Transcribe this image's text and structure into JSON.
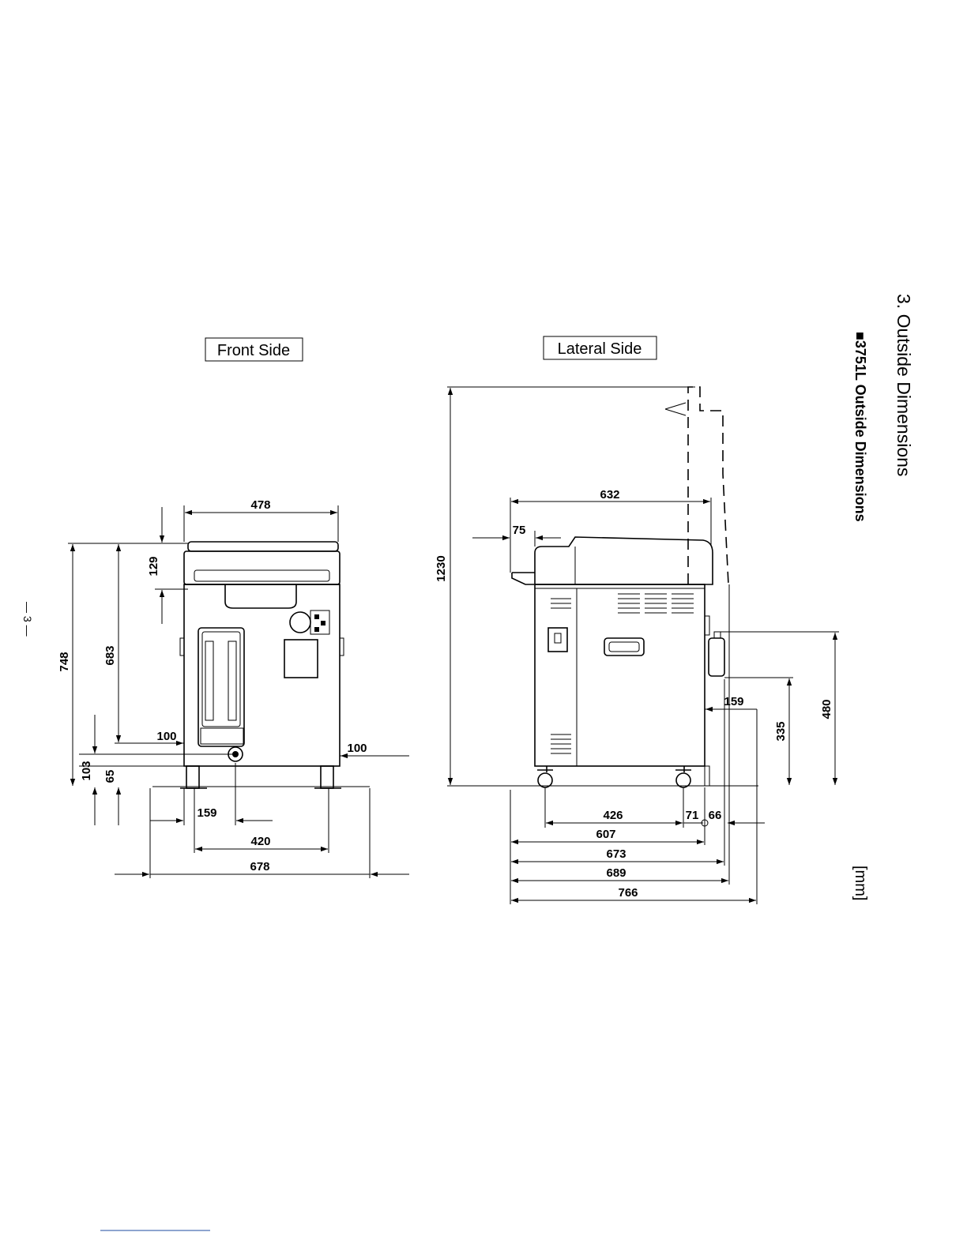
{
  "page": {
    "section_title": "3. Outside Dimensions",
    "subtitle": "■3751L Outside Dimensions",
    "unit": "[mm]",
    "page_number": "— 3 —"
  },
  "front": {
    "label": "Front Side",
    "dims": {
      "width_top": "478",
      "lid_height": "129",
      "total_height": "748",
      "body_height": "683",
      "inner_clear_left": "100",
      "inner_clear_right": "100",
      "base_103": "103",
      "base_65": "65",
      "offset_159": "159",
      "caster_span": "420",
      "overall_width": "678"
    }
  },
  "lateral": {
    "label": "Lateral Side",
    "dims": {
      "open_height": "1230",
      "depth_top": "632",
      "front_offset": "75",
      "side_159": "159",
      "height_335": "335",
      "height_480": "480",
      "caster_426": "426",
      "d71": "71",
      "d66": "66",
      "d607": "607",
      "d673": "673",
      "d689": "689",
      "d766": "766"
    }
  }
}
